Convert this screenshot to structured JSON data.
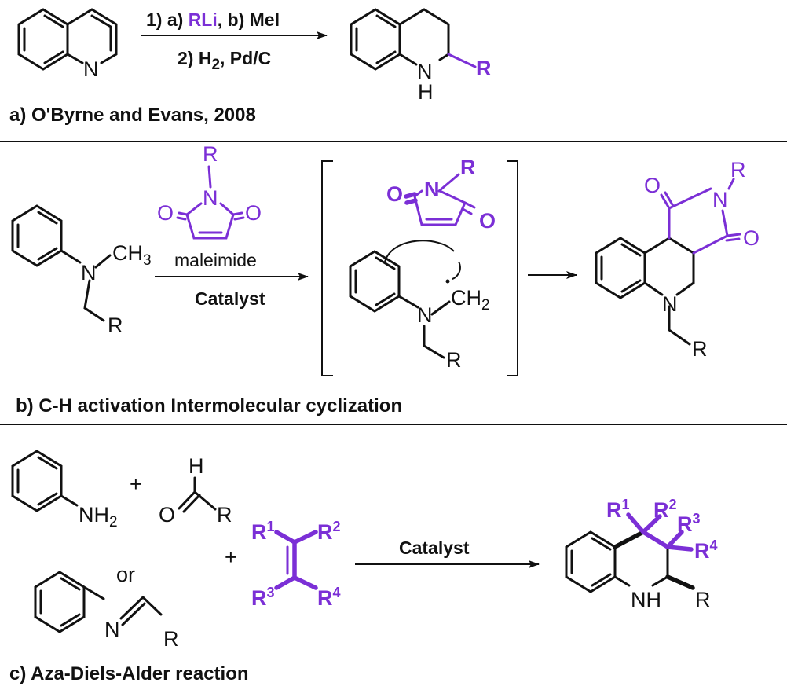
{
  "colors": {
    "highlight": "#7b2fd6",
    "ink": "#111111"
  },
  "sectionA": {
    "title": "a) O'Byrne and Evans, 2008",
    "cond_1": "1) a)",
    "cond_1_reagent_a": "RLi",
    "cond_1_sep": ", b)",
    "cond_1_reagent_b": "MeI",
    "cond_2_a": "2) H",
    "cond_2_sub": "2",
    "cond_2_b": ", Pd/C",
    "atoms": {
      "N": "N",
      "NH_N": "N",
      "NH_H": "H",
      "R": "R"
    }
  },
  "sectionB": {
    "title": "b) C-H activation Intermolecular cyclization",
    "maleimide_label": "maleimide",
    "catalyst_label": "Catalyst",
    "atoms": {
      "N": "N",
      "CH": "CH",
      "three": "3",
      "two": "2",
      "R": "R",
      "O": "O"
    }
  },
  "sectionC": {
    "title": "c) Aza-Diels-Alder reaction",
    "catalyst_label": "Catalyst",
    "plus": "+",
    "or": "or",
    "atoms": {
      "NH": "NH",
      "two": "2",
      "O": "O",
      "H": "H",
      "N": "N",
      "R": "R",
      "one": "1",
      "three": "3",
      "four": "4"
    }
  }
}
